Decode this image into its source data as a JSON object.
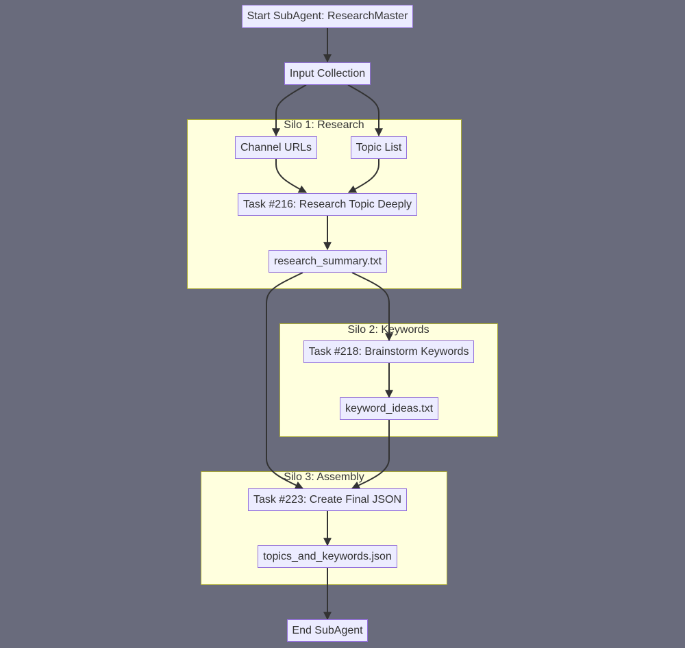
{
  "diagram": {
    "nodes": {
      "start": "Start SubAgent: ResearchMaster",
      "input": "Input Collection",
      "channel_urls": "Channel URLs",
      "topic_list": "Topic List",
      "task216": "Task #216: Research Topic Deeply",
      "research_summary": "research_summary.txt",
      "task218": "Task #218: Brainstorm Keywords",
      "keyword_ideas": "keyword_ideas.txt",
      "task223": "Task #223: Create Final JSON",
      "topics_keywords": "topics_and_keywords.json",
      "end": "End SubAgent"
    },
    "silos": {
      "silo1": "Silo 1: Research",
      "silo2": "Silo 2: Keywords",
      "silo3": "Silo 3: Assembly"
    },
    "edges": [
      {
        "from": "start",
        "to": "input"
      },
      {
        "from": "input",
        "to": "channel_urls"
      },
      {
        "from": "input",
        "to": "topic_list"
      },
      {
        "from": "channel_urls",
        "to": "task216"
      },
      {
        "from": "topic_list",
        "to": "task216"
      },
      {
        "from": "task216",
        "to": "research_summary"
      },
      {
        "from": "research_summary",
        "to": "task218"
      },
      {
        "from": "research_summary",
        "to": "task223"
      },
      {
        "from": "task218",
        "to": "keyword_ideas"
      },
      {
        "from": "keyword_ideas",
        "to": "task223"
      },
      {
        "from": "task223",
        "to": "topics_keywords"
      },
      {
        "from": "topics_keywords",
        "to": "end"
      }
    ],
    "colors": {
      "background": "#696b7c",
      "node_fill": "#ececff",
      "node_border": "#9370db",
      "silo_fill": "#ffffde",
      "silo_border": "#aaaa33",
      "edge": "#333333",
      "text": "#333333"
    }
  }
}
